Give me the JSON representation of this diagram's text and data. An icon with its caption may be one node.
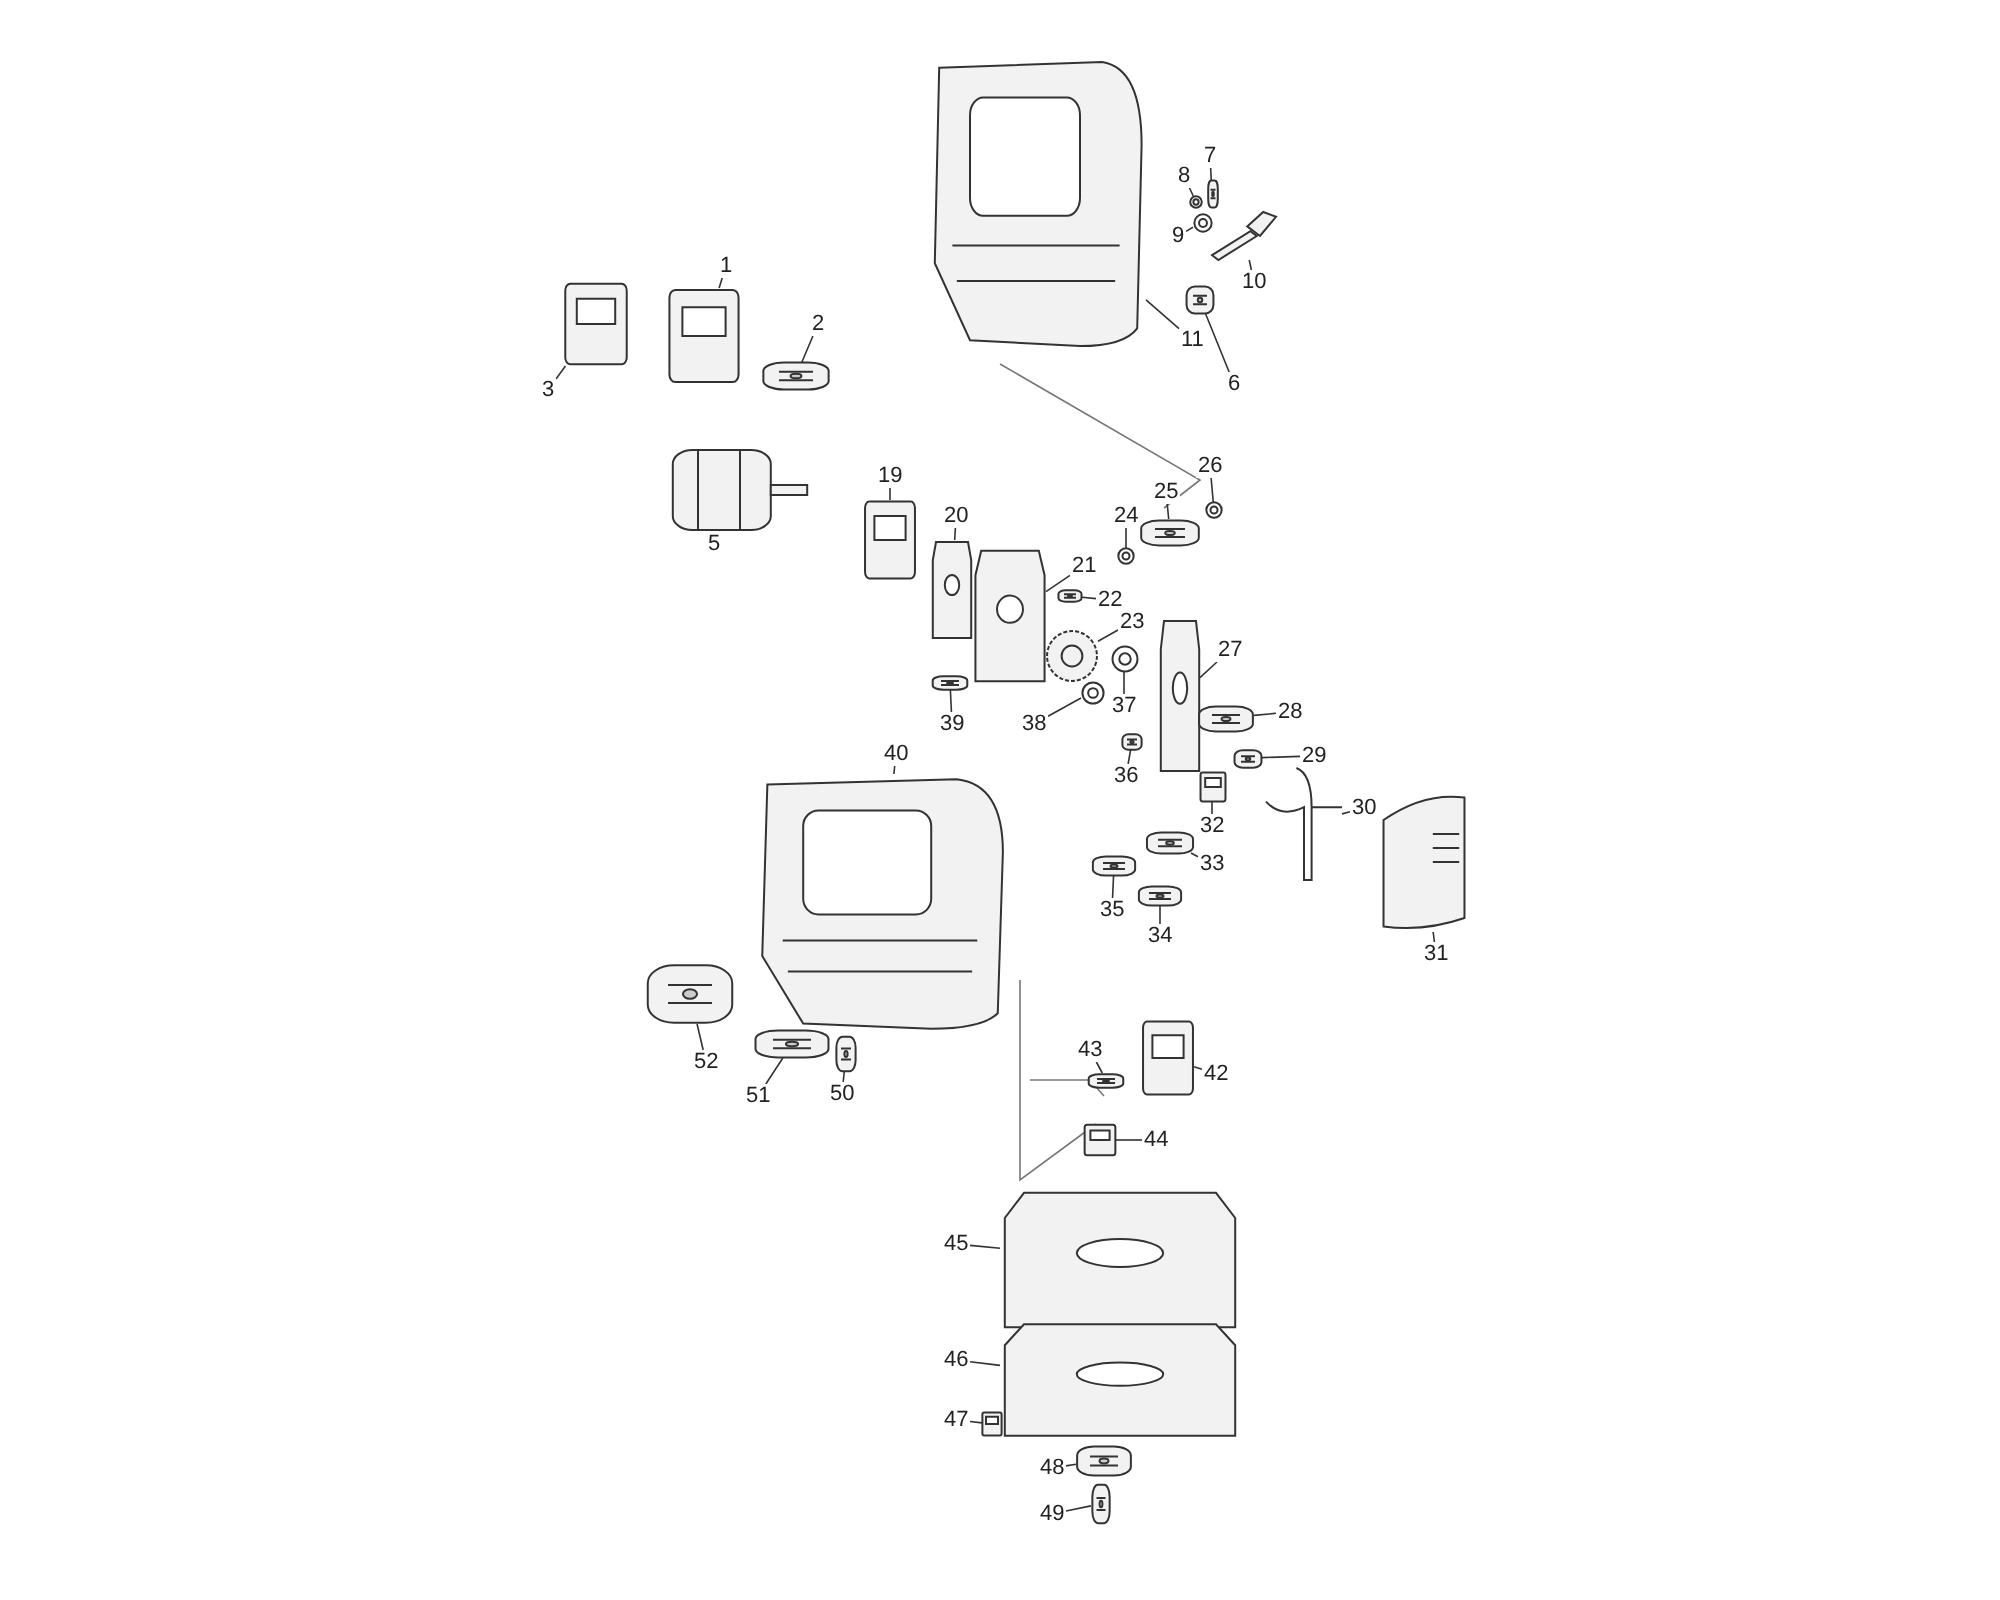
{
  "diagram": {
    "nodes": [
      {
        "text": [
          "1"
        ]
      },
      {
        "text": [],
        "shape": "picture"
      },
      {
        "text": [
          "2"
        ]
      },
      {
        "text": [],
        "shape": "picture"
      },
      {
        "text": [
          "3"
        ]
      },
      {
        "text": [],
        "shape": "picture"
      },
      {
        "text": [
          "5"
        ]
      },
      {
        "text": [],
        "shape": "picture"
      },
      {
        "text": [
          "6"
        ]
      },
      {
        "text": [],
        "shape": "picture"
      },
      {
        "text": [
          "7"
        ]
      },
      {
        "text": [],
        "shape": "picture"
      },
      {
        "text": [
          "8"
        ]
      },
      {
        "text": [],
        "shape": "picture"
      },
      {
        "text": [
          "9"
        ]
      },
      {
        "text": [],
        "shape": "picture"
      },
      {
        "text": [
          "10"
        ]
      },
      {
        "text": [],
        "shape": "picture"
      },
      {
        "text": [
          "11"
        ]
      },
      {
        "text": [],
        "shape": "picture"
      },
      {
        "text": [
          "19"
        ]
      },
      {
        "text": [],
        "shape": "picture"
      },
      {
        "text": [
          "20"
        ]
      },
      {
        "text": [],
        "shape": "picture"
      },
      {
        "text": [
          "21"
        ]
      },
      {
        "text": [],
        "shape": "picture"
      },
      {
        "text": [
          "22"
        ]
      },
      {
        "text": [],
        "shape": "picture"
      },
      {
        "text": [
          "23"
        ]
      },
      {
        "text": [],
        "shape": "picture"
      },
      {
        "text": [
          "24"
        ]
      },
      {
        "text": [],
        "shape": "picture"
      },
      {
        "text": [
          "25"
        ]
      },
      {
        "text": [],
        "shape": "picture"
      },
      {
        "text": [
          "26"
        ]
      },
      {
        "text": [],
        "shape": "picture"
      },
      {
        "text": [
          "27"
        ]
      },
      {
        "text": [],
        "shape": "picture"
      },
      {
        "text": [
          "28"
        ]
      },
      {
        "text": [],
        "shape": "picture"
      },
      {
        "text": [
          "29"
        ]
      },
      {
        "text": [],
        "shape": "picture"
      },
      {
        "text": [
          "30"
        ]
      },
      {
        "text": [],
        "shape": "picture"
      },
      {
        "text": [
          "31"
        ]
      },
      {
        "text": [],
        "shape": "picture"
      },
      {
        "text": [
          "32"
        ]
      },
      {
        "text": [],
        "shape": "picture"
      },
      {
        "text": [
          "33"
        ]
      },
      {
        "text": [],
        "shape": "picture"
      },
      {
        "text": [
          "34"
        ]
      },
      {
        "text": [],
        "shape": "picture"
      },
      {
        "text": [
          "35"
        ]
      },
      {
        "text": [],
        "shape": "picture"
      },
      {
        "text": [
          "36"
        ]
      },
      {
        "text": [],
        "shape": "picture"
      },
      {
        "text": [
          "37"
        ]
      },
      {
        "text": [],
        "shape": "picture"
      },
      {
        "text": [
          "38"
        ]
      },
      {
        "text": [],
        "shape": "picture"
      },
      {
        "text": [
          "39"
        ]
      },
      {
        "text": [],
        "shape": "picture"
      },
      {
        "text": [
          "40"
        ]
      },
      {
        "text": [],
        "shape": "picture"
      },
      {
        "text": [
          "42"
        ]
      },
      {
        "text": [],
        "shape": "picture"
      },
      {
        "text": [
          "43"
        ]
      },
      {
        "text": [],
        "shape": "picture"
      },
      {
        "text": [
          "44"
        ]
      },
      {
        "text": [],
        "shape": "picture"
      },
      {
        "text": [
          "45"
        ]
      },
      {
        "text": [],
        "shape": "picture"
      },
      {
        "text": [
          "46"
        ]
      },
      {
        "text": [],
        "shape": "picture"
      },
      {
        "text": [
          "47"
        ]
      },
      {
        "text": [],
        "shape": "picture"
      },
      {
        "text": [
          "48"
        ]
      },
      {
        "text": [],
        "shape": "picture"
      },
      {
        "text": [
          "49"
        ]
      },
      {
        "text": [],
        "shape": "picture"
      },
      {
        "text": [
          "50"
        ]
      },
      {
        "text": [],
        "shape": "picture"
      },
      {
        "text": [
          "51"
        ]
      },
      {
        "text": [],
        "shape": "picture"
      },
      {
        "text": [
          "52"
        ]
      },
      {
        "text": [],
        "shape": "picture"
      }
    ],
    "edges": [
      {
        "from": 0,
        "to": 1,
        "arrow": "none"
      },
      {
        "from": 2,
        "to": 3,
        "arrow": "none"
      },
      {
        "from": 4,
        "to": 5,
        "arrow": "none"
      },
      {
        "from": 6,
        "to": 7,
        "arrow": "none"
      },
      {
        "from": 8,
        "to": 9,
        "arrow": "none"
      },
      {
        "from": 10,
        "to": 11,
        "arrow": "none"
      },
      {
        "from": 12,
        "to": 13,
        "arrow": "none"
      },
      {
        "from": 14,
        "to": 15,
        "arrow": "none"
      },
      {
        "from": 16,
        "to": 17,
        "arrow": "none"
      },
      {
        "from": 18,
        "to": 19,
        "arrow": "none"
      },
      {
        "from": 20,
        "to": 21,
        "arrow": "none"
      },
      {
        "from": 22,
        "to": 23,
        "arrow": "none"
      },
      {
        "from": 24,
        "to": 25,
        "arrow": "none"
      },
      {
        "from": 26,
        "to": 27,
        "arrow": "none"
      },
      {
        "from": 28,
        "to": 29,
        "arrow": "none"
      },
      {
        "from": 30,
        "to": 31,
        "arrow": "none"
      },
      {
        "from": 32,
        "to": 33,
        "arrow": "none"
      },
      {
        "from": 34,
        "to": 35,
        "arrow": "none"
      },
      {
        "from": 36,
        "to": 37,
        "arrow": "none"
      },
      {
        "from": 38,
        "to": 39,
        "arrow": "none"
      },
      {
        "from": 40,
        "to": 41,
        "arrow": "none"
      },
      {
        "from": 42,
        "to": 43,
        "arrow": "none"
      },
      {
        "from": 44,
        "to": 45,
        "arrow": "none"
      },
      {
        "from": 46,
        "to": 47,
        "arrow": "none"
      },
      {
        "from": 48,
        "to": 49,
        "arrow": "none"
      },
      {
        "from": 50,
        "to": 51,
        "arrow": "none"
      },
      {
        "from": 52,
        "to": 53,
        "arrow": "none"
      },
      {
        "from": 54,
        "to": 55,
        "arrow": "none"
      },
      {
        "from": 56,
        "to": 57,
        "arrow": "none"
      },
      {
        "from": 58,
        "to": 59,
        "arrow": "none"
      },
      {
        "from": 60,
        "to": 61,
        "arrow": "none"
      },
      {
        "from": 62,
        "to": 63,
        "arrow": "none"
      },
      {
        "from": 64,
        "to": 65,
        "arrow": "none"
      },
      {
        "from": 66,
        "to": 67,
        "arrow": "none"
      },
      {
        "from": 68,
        "to": 69,
        "arrow": "none"
      },
      {
        "from": 70,
        "to": 71,
        "arrow": "none"
      },
      {
        "from": 72,
        "to": 73,
        "arrow": "none"
      },
      {
        "from": 74,
        "to": 75,
        "arrow": "none"
      },
      {
        "from": 76,
        "to": 77,
        "arrow": "none"
      },
      {
        "from": 78,
        "to": 79,
        "arrow": "none"
      },
      {
        "from": 80,
        "to": 81,
        "arrow": "none"
      },
      {
        "from": 82,
        "to": 83,
        "arrow": "none"
      },
      {
        "from": 84,
        "to": 85,
        "arrow": "none"
      }
    ]
  }
}
